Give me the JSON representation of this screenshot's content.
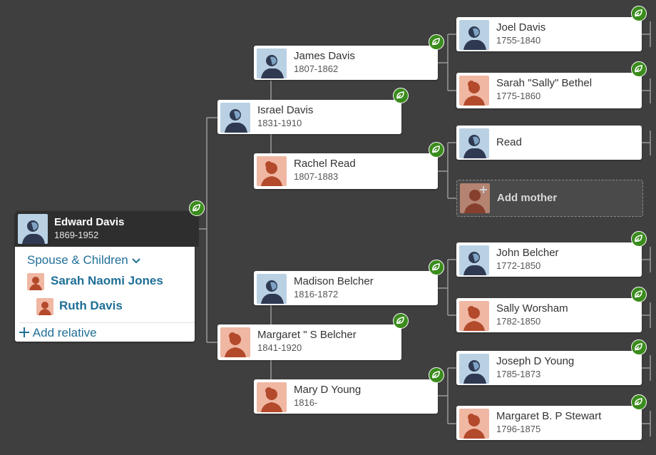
{
  "root": {
    "name": "Edward Davis",
    "dates": "1869-1952",
    "spouse_children_label": "Spouse & Children",
    "spouse": "Sarah Naomi Jones",
    "child": "Ruth Davis",
    "add_relative_label": "Add relative"
  },
  "generation2": {
    "father": {
      "name": "Israel Davis",
      "dates": "1831-1910"
    },
    "mother": {
      "name": "Margaret \" S Belcher",
      "dates": "1841-1920"
    }
  },
  "generation3": {
    "father_father": {
      "name": "James Davis",
      "dates": "1807-1862"
    },
    "father_mother": {
      "name": "Rachel Read",
      "dates": "1807-1883"
    },
    "mother_father": {
      "name": "Madison Belcher",
      "dates": "1816-1872"
    },
    "mother_mother": {
      "name": "Mary D Young",
      "dates": "1816-"
    }
  },
  "generation4": {
    "p1": {
      "name": "Joel Davis",
      "dates": "1755-1840"
    },
    "p2": {
      "name": "Sarah \"Sally\" Bethel",
      "dates": "1775-1860"
    },
    "p3": {
      "name": "Read",
      "dates": ""
    },
    "p4": {
      "name": "Add mother",
      "dates": ""
    },
    "p5": {
      "name": "John Belcher",
      "dates": "1772-1850"
    },
    "p6": {
      "name": "Sally Worsham",
      "dates": "1782-1850"
    },
    "p7": {
      "name": "Joseph D Young",
      "dates": "1785-1873"
    },
    "p8": {
      "name": "Margaret B. P Stewart",
      "dates": "1796-1875"
    }
  },
  "colors": {
    "background": "#3f3f3f",
    "hint_green": "#3a8c1c",
    "link_blue": "#1f6f96",
    "male_avatar_bg": "#b9d1e3",
    "female_avatar_bg": "#f0b7a3",
    "root_header": "#2e2e2e"
  },
  "icons": {
    "hint": "leaf-hint-icon",
    "male": "male-avatar-icon",
    "female": "female-avatar-icon",
    "dropdown": "chevron-down-icon",
    "add": "plus-icon"
  }
}
